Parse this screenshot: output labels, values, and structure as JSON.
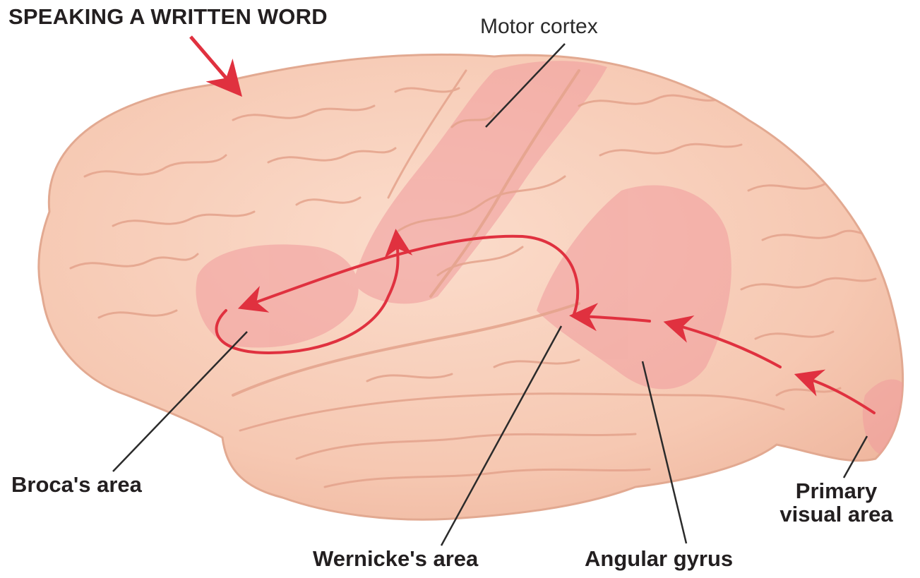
{
  "title": "SPEAKING A WRITTEN WORD",
  "labels": {
    "motor_cortex": "Motor cortex",
    "brocas_area": "Broca's area",
    "wernickes_area": "Wernicke's area",
    "angular_gyrus": "Angular gyrus",
    "primary_visual_line1": "Primary",
    "primary_visual_line2": "visual area"
  },
  "colors": {
    "brain_fill": "#f6c9b4",
    "brain_outline": "#e2a991",
    "sulcus": "#e4a38c",
    "highlight_region": "#f09a9c",
    "pathway": "#e0313f",
    "leader_line": "#2b2b2b",
    "label_text": "#231f20"
  }
}
